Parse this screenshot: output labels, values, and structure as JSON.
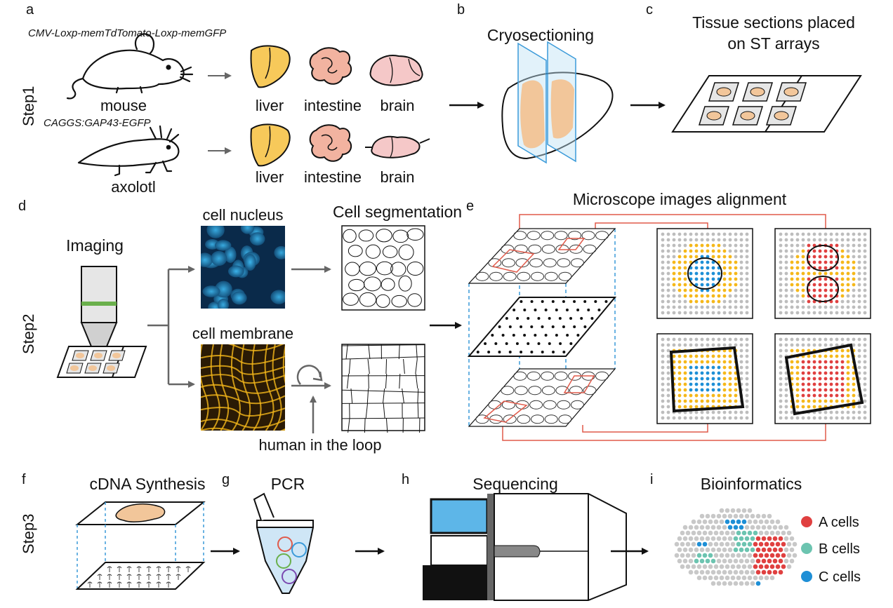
{
  "panels": {
    "a": "a",
    "b": "b",
    "c": "c",
    "d": "d",
    "e": "e",
    "f": "f",
    "g": "g",
    "h": "h",
    "i": "i"
  },
  "steps": {
    "step1": "Step1",
    "step2": "Step2",
    "step3": "Step3"
  },
  "step1": {
    "mouse_genotype": "CMV-Loxp-memTdTomato-Loxp-memGFP",
    "axolotl_genotype": "CAGGS:GAP43-EGFP",
    "mouse": "mouse",
    "axolotl": "axolotl",
    "organs": [
      "liver",
      "intestine",
      "brain"
    ],
    "cryosectioning": "Cryosectioning",
    "tissue_title_line1": "Tissue sections placed",
    "tissue_title_line2": "on ST arrays"
  },
  "step2": {
    "imaging": "Imaging",
    "cell_nucleus": "cell nucleus",
    "cell_membrane": "cell membrane",
    "cell_segmentation": "Cell segmentation",
    "human_in_loop": "human in the loop",
    "alignment_title": "Microscope images alignment"
  },
  "step3": {
    "cdna": "cDNA Synthesis",
    "pcr": "PCR",
    "sequencing": "Sequencing",
    "bioinformatics": "Bioinformatics",
    "legend": [
      {
        "label": "A cells",
        "color": "#e04040"
      },
      {
        "label": "B cells",
        "color": "#6cc4b0"
      },
      {
        "label": "C cells",
        "color": "#1e8fd6"
      }
    ]
  },
  "colors": {
    "liver": "#f7c95a",
    "intestine": "#f2b3a0",
    "brain": "#f5c8c8",
    "tissue": "#f2c69a",
    "blue_line": "#3a9ad9",
    "red_line": "#e05a4a",
    "spot_yellow": "#f5b81a",
    "spot_grey": "#bdbdbd"
  }
}
